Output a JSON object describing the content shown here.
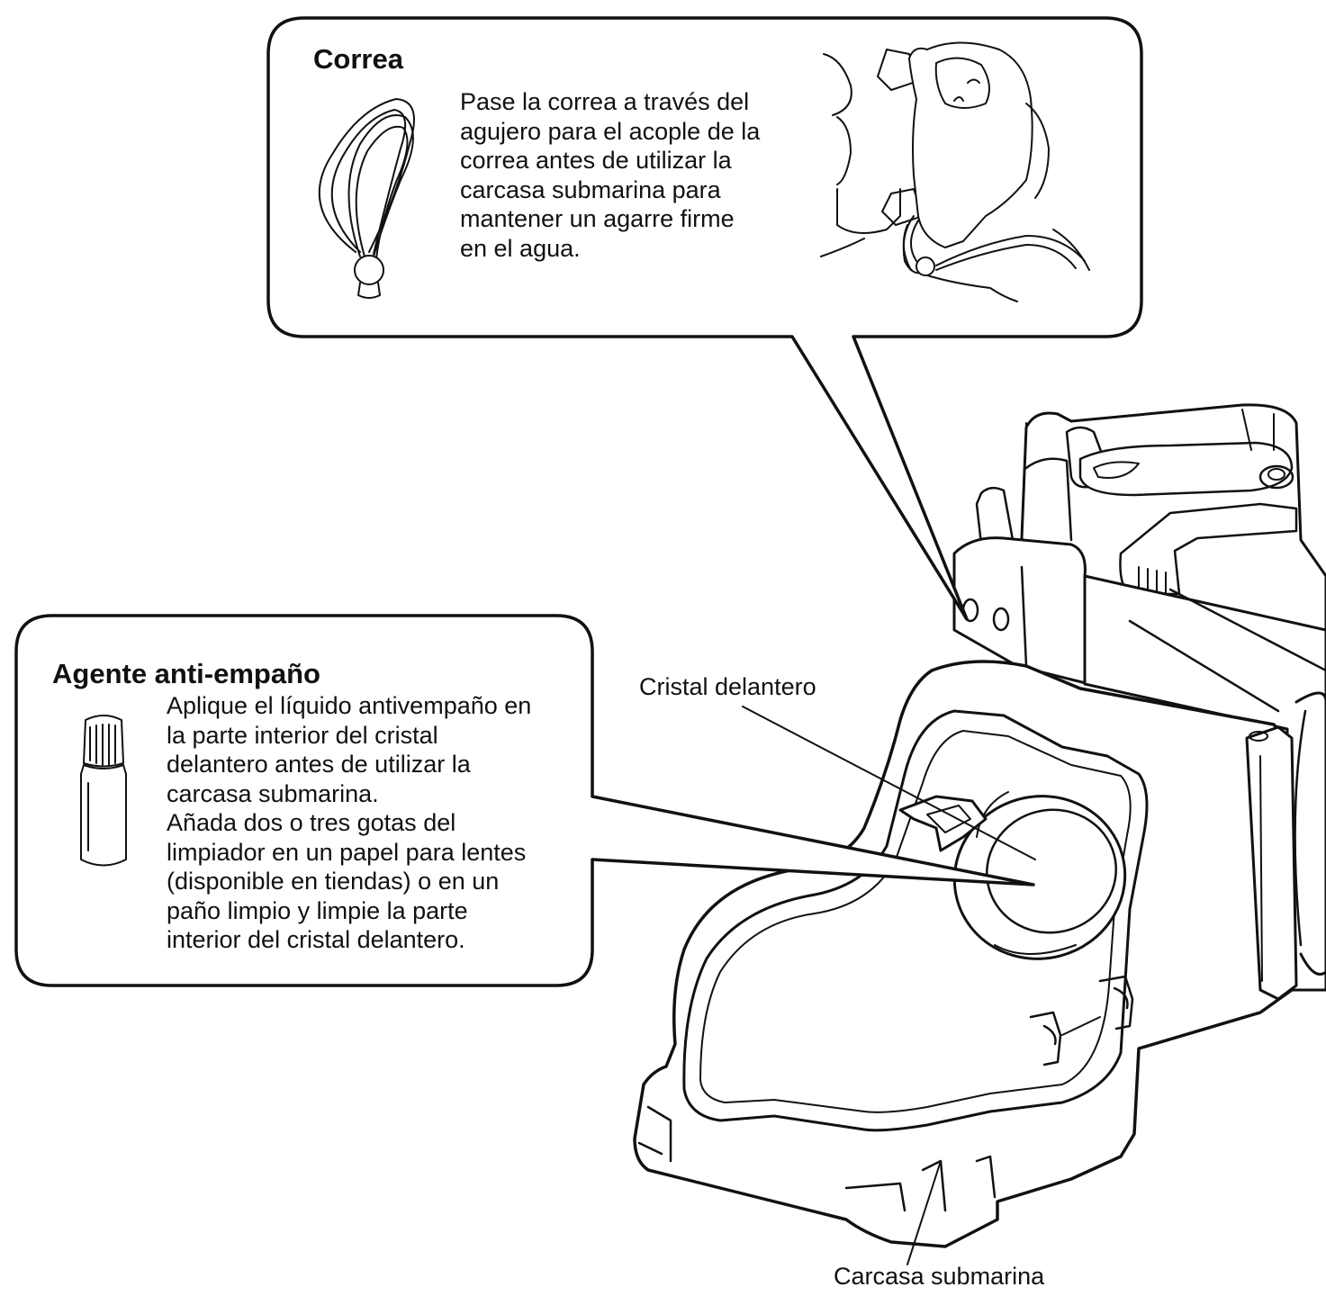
{
  "strap_callout": {
    "title": "Correa",
    "lines": [
      "Pase la correa a través del",
      "agujero para el acople de la",
      "correa antes de utilizar la",
      "carcasa submarina para",
      "mantener un agarre firme",
      "en el agua."
    ]
  },
  "antifog_callout": {
    "title": "Agente anti-empaño",
    "lines": [
      "Aplique el líquido antivempaño en",
      "la parte interior del cristal",
      "delantero antes de utilizar la",
      "carcasa submarina.",
      "Añada dos o tres gotas del",
      "limpiador en un papel para lentes",
      "(disponible en tiendas) o en un",
      "paño limpio y limpie la parte",
      "interior del cristal delantero."
    ]
  },
  "labels": {
    "front_glass": "Cristal delantero",
    "housing": "Carcasa submarina"
  }
}
